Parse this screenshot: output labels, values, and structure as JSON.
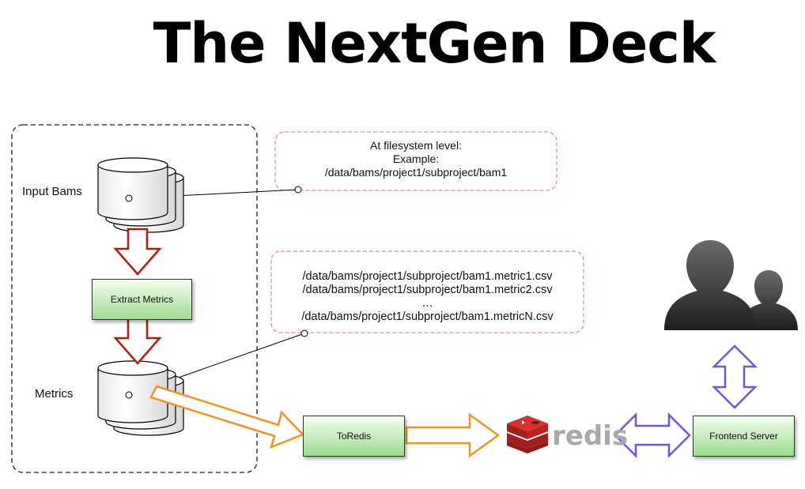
{
  "title": "The NextGen Deck",
  "labels": {
    "input_bams": "Input Bams",
    "metrics": "Metrics"
  },
  "notes": {
    "filesystem": [
      "At filesystem level:",
      "Example:",
      "/data/bams/project1/subproject/bam1"
    ],
    "metric_files": [
      "/data/bams/project1/subproject/bam1.metric1.csv",
      "/data/bams/project1/subproject/bam1.metric2.csv",
      "…",
      "/data/bams/project1/subproject/bam1.metricN.csv"
    ]
  },
  "boxes": {
    "extract": "Extract Metrics",
    "toredis": "ToRedis",
    "frontend": "Frontend Server"
  },
  "redis_logo_text": "redis",
  "colors": {
    "red_arrow": "#b01b0e",
    "orange_arrow": "#ee9421",
    "purple_arrow": "#6a57e8",
    "note_border": "#e56a6a",
    "box_green": "#9ddc8e"
  },
  "icons": {
    "users": "users-icon",
    "redis": "redis-logo-icon",
    "database": "database-stack-icon"
  }
}
